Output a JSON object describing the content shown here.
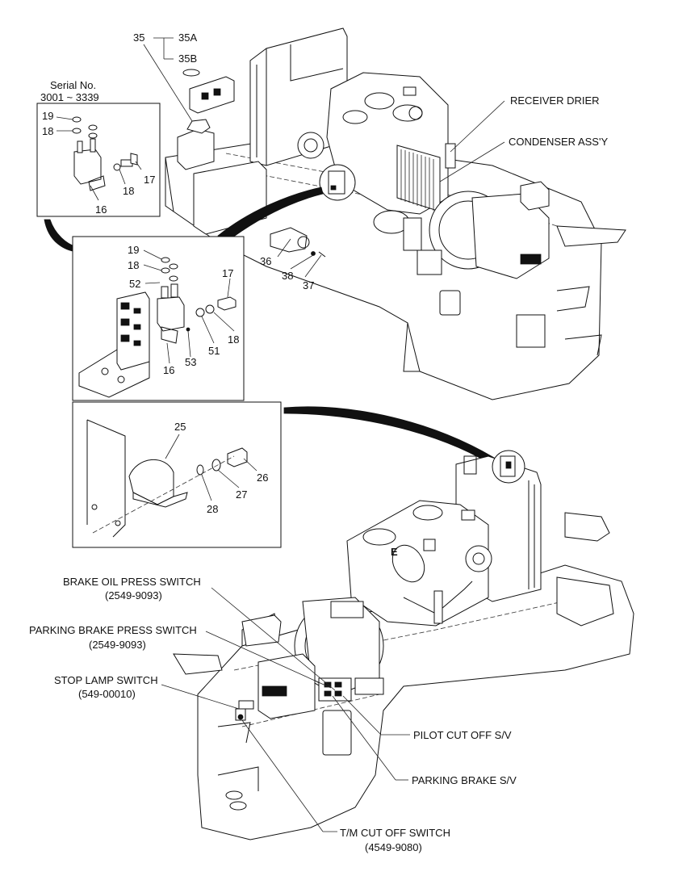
{
  "serial": {
    "title": "Serial No.",
    "range": "3001 ~ 3339"
  },
  "parts": {
    "p35": "35",
    "p35a": "35A",
    "p35b": "35B",
    "p36": "36",
    "p37": "37",
    "p38": "38",
    "inset1": {
      "p19": "19",
      "p18a": "18",
      "p17": "17",
      "p18b": "18",
      "p16": "16"
    },
    "inset2": {
      "p19": "19",
      "p18a": "18",
      "p52": "52",
      "p17": "17",
      "p18b": "18",
      "p51": "51",
      "p53": "53",
      "p16": "16"
    },
    "inset3": {
      "p25": "25",
      "p26": "26",
      "p27": "27",
      "p28": "28"
    }
  },
  "callouts": {
    "receiver_drier": "RECEIVER DRIER",
    "condenser": "CONDENSER ASS'Y",
    "brake_oil": "BRAKE OIL PRESS SWITCH",
    "brake_oil_pn": "(2549-9093)",
    "parking_press": "PARKING BRAKE PRESS SWITCH",
    "parking_press_pn": "(2549-9093)",
    "stop_lamp": "STOP LAMP SWITCH",
    "stop_lamp_pn": "(549-00010)",
    "pilot_cut": "PILOT CUT OFF S/V",
    "parking_sv": "PARKING BRAKE S/V",
    "tm_cut": "T/M CUT OFF SWITCH",
    "tm_cut_pn": "(4549-9080)",
    "marker_e": "E"
  }
}
